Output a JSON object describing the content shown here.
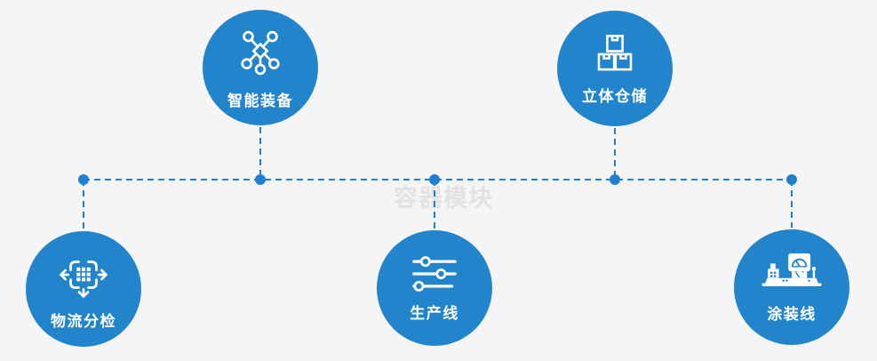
{
  "watermark": "容器模块",
  "colors": {
    "background": "#f5f5f6",
    "node_blue": "#2284cb",
    "connector_blue": "#1f7fd0",
    "label_white": "#ffffff",
    "watermark_gray": "#e2e2e4"
  },
  "nodes": [
    {
      "label": "智能装备",
      "icon": "network-nodes-icon",
      "position": "top-left"
    },
    {
      "label": "立体仓储",
      "icon": "stacked-boxes-icon",
      "position": "top-right"
    },
    {
      "label": "物流分检",
      "icon": "sorting-dispatch-icon",
      "position": "bottom-left"
    },
    {
      "label": "生产线",
      "icon": "sliders-icon",
      "position": "bottom-center"
    },
    {
      "label": "涂装线",
      "icon": "control-station-icon",
      "position": "bottom-right"
    }
  ]
}
